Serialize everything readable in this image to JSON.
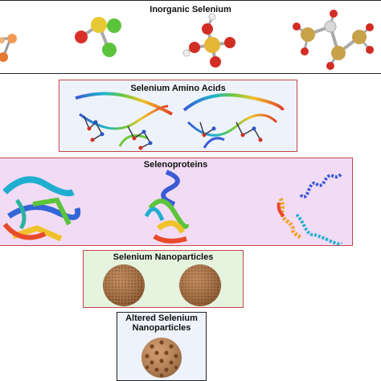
{
  "panels": {
    "inorganic": {
      "title": "Inorganic Selenium"
    },
    "amino_acids": {
      "title": "Selenium Amino Acids"
    },
    "selenoproteins": {
      "title": "Selenoproteins"
    },
    "nanoparticles": {
      "title": "Selenium Nanoparticles"
    },
    "altered": {
      "title": "Altered Selenium\nNanoparticles"
    }
  },
  "colors": {
    "panel_border_red": "#c2454a",
    "panel_border_dark": "#222222",
    "amino_bg": "#eef3fb",
    "protein_bg": "#f2dcf5",
    "nano_bg": "#e6f3df",
    "nanoparticle_fill": "#b5753f",
    "nanoparticle_dots": "#7a4420"
  }
}
